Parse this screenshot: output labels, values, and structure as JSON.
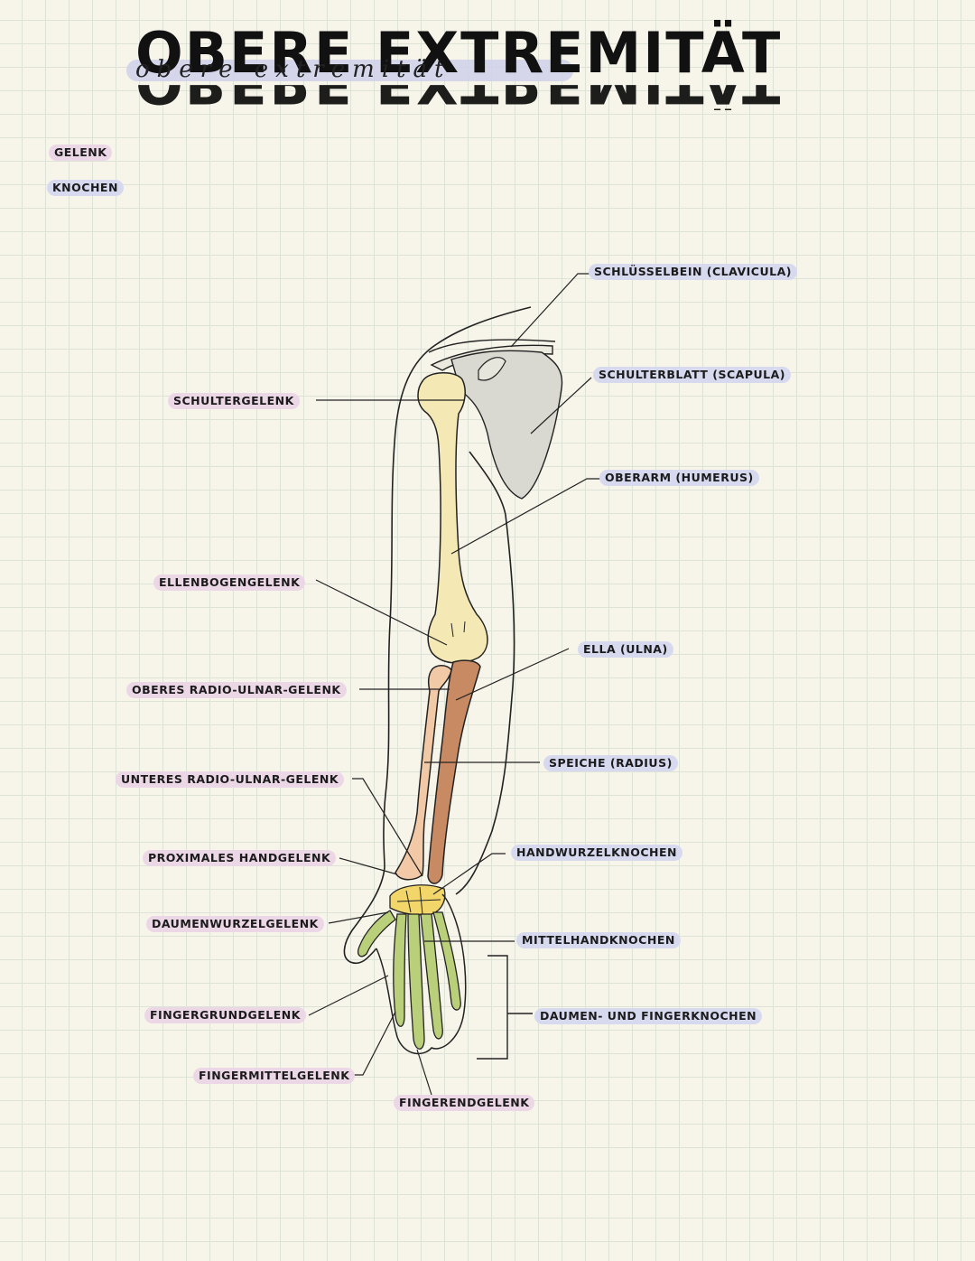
{
  "header": {
    "title": "OBERE EXTREMITÄT",
    "subtitle": "obere extremität"
  },
  "legend": {
    "joint": "GELENK",
    "bone": "KNOCHEN"
  },
  "colors": {
    "joint_highlight": "#ecd7e6",
    "bone_highlight": "#d7d9ef",
    "humerus": "#f4e8b4",
    "scapula": "#d9d9d2",
    "ulna": "#c88a63",
    "radius": "#f2c9a6",
    "carpals": "#f2d66a",
    "hand": "#b9cf7a"
  },
  "labels": {
    "clavicula": "SCHLÜSSELBEIN (CLAVICULA)",
    "scapula": "SCHULTERBLATT (SCAPULA)",
    "humerus": "OBERARM (HUMERUS)",
    "ulna": "ELLA (ULNA)",
    "radius": "SPEICHE (RADIUS)",
    "carpals": "HANDWURZELKNOCHEN",
    "metacarpals": "MITTELHANDKNOCHEN",
    "phalanges": "DAUMEN- UND FINGERKNOCHEN",
    "shoulder_joint": "SCHULTERGELENK",
    "elbow_joint": "ELLENBOGENGELENK",
    "upper_radioulnar": "OBERES RADIO-ULNAR-GELENK",
    "lower_radioulnar": "UNTERES RADIO-ULNAR-GELENK",
    "proximal_wrist": "PROXIMALES HANDGELENK",
    "thumb_base_joint": "DAUMENWURZELGELENK",
    "finger_base_joint": "FINGERGRUNDGELENK",
    "finger_middle_joint": "FINGERMITTELGELENK",
    "finger_end_joint": "FINGERENDGELENK"
  }
}
